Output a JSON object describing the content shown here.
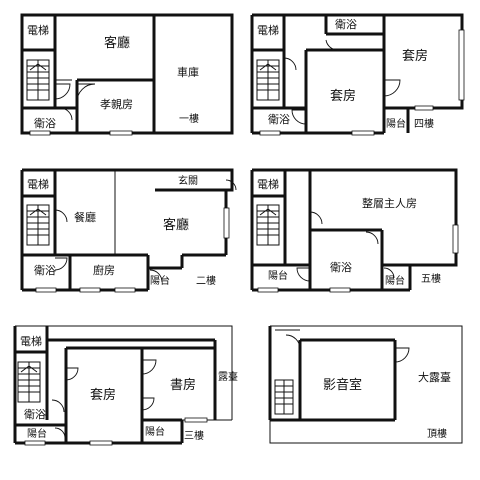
{
  "floor1": {
    "elevator": "電梯",
    "living_room": "客廳",
    "garage": "車庫",
    "parents_room": "孝親房",
    "bathroom": "衛浴",
    "floor_label": "一樓"
  },
  "floor4": {
    "elevator": "電梯",
    "bathroom_top": "衛浴",
    "suite_right": "套房",
    "suite_center": "套房",
    "bathroom_left": "衛浴",
    "balcony": "陽台",
    "floor_label": "四樓"
  },
  "floor2": {
    "elevator": "電梯",
    "entrance": "玄關",
    "dining_room": "餐廳",
    "living_room": "客廳",
    "bathroom": "衛浴",
    "kitchen": "廚房",
    "balcony": "陽台",
    "floor_label": "二樓"
  },
  "floor5": {
    "elevator": "電梯",
    "master_suite": "整層主人房",
    "bathroom": "衛浴",
    "balcony_left": "陽台",
    "balcony_right": "陽台",
    "floor_label": "五樓"
  },
  "floor3": {
    "elevator": "電梯",
    "terrace": "露臺",
    "suite": "套房",
    "study": "書房",
    "bathroom": "衛浴",
    "balcony_left": "陽台",
    "balcony_right": "陽台",
    "floor_label": "三樓"
  },
  "roof": {
    "theater_room": "影音室",
    "large_terrace": "大露臺",
    "floor_label": "頂樓"
  }
}
